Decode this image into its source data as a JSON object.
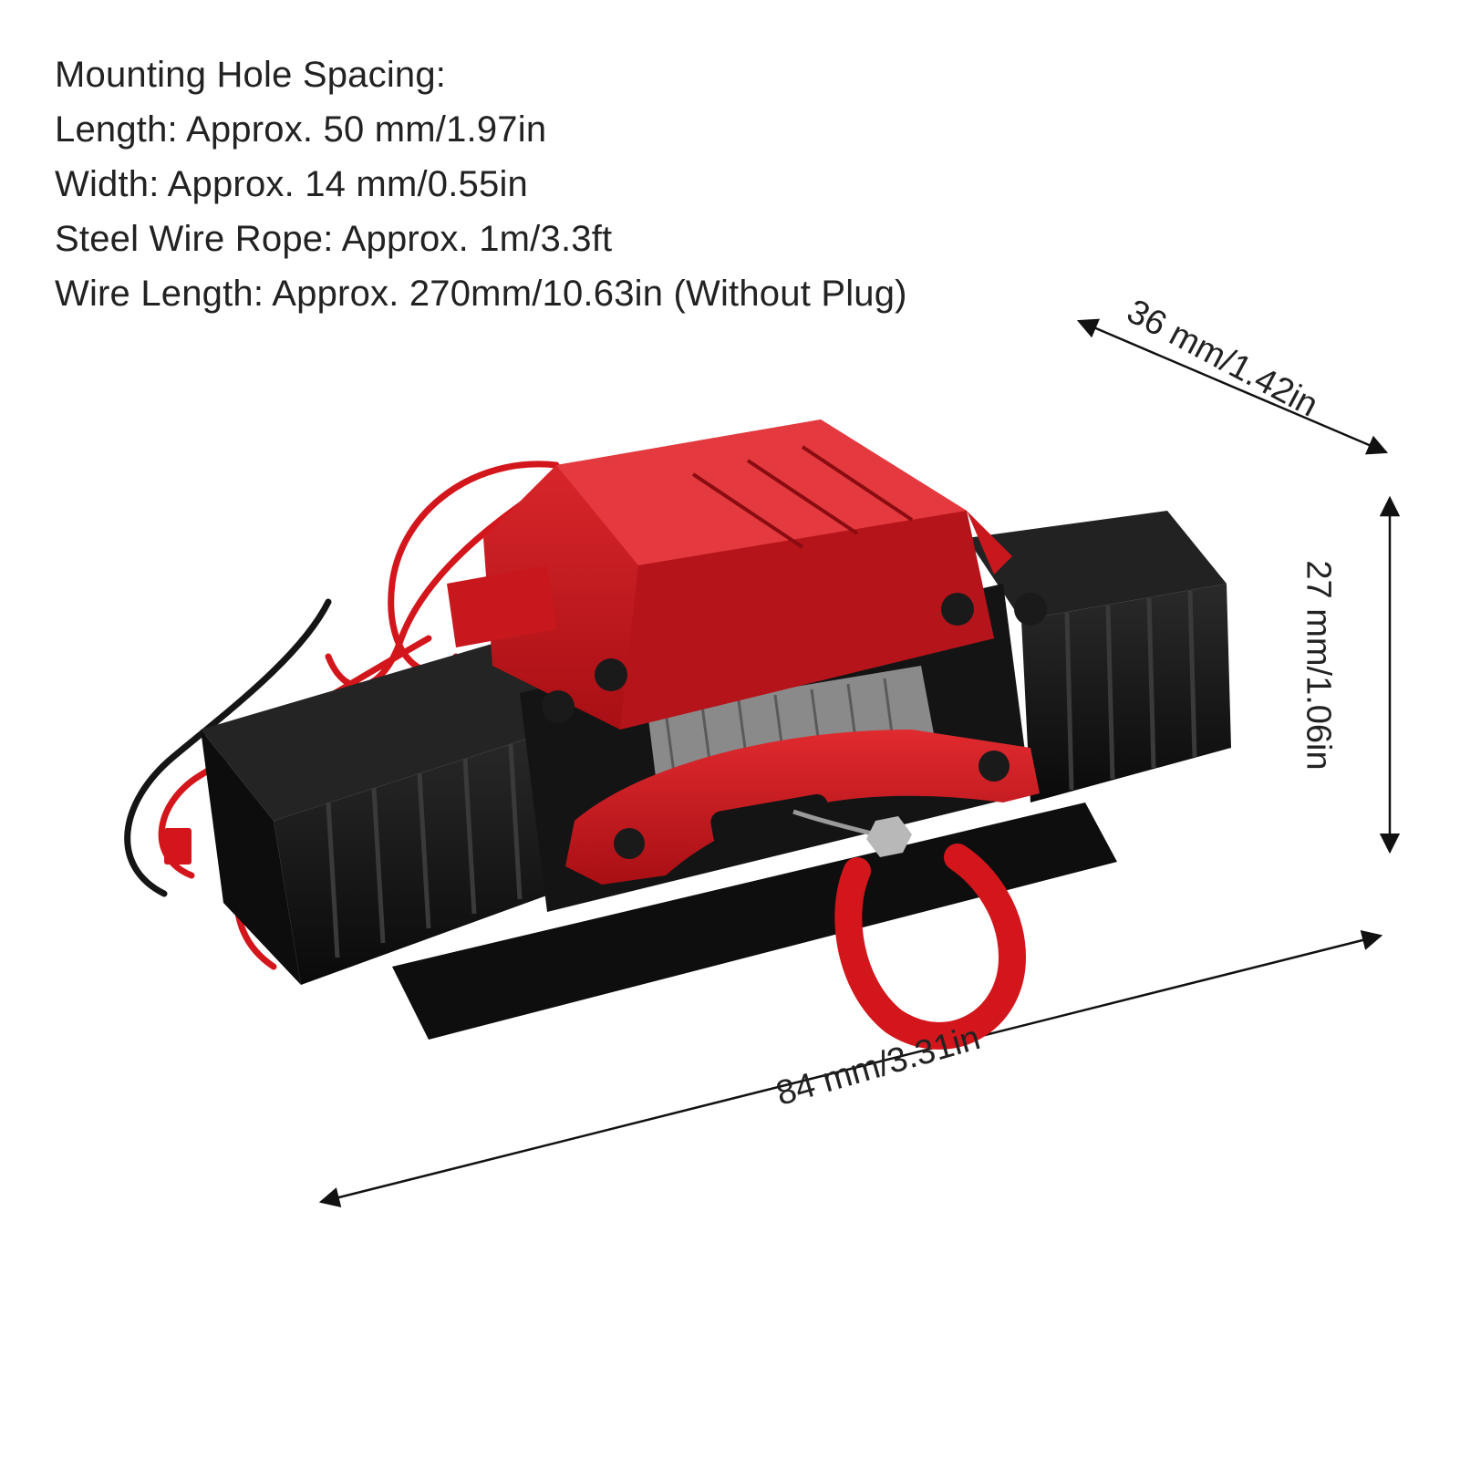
{
  "specs": {
    "heading": "Mounting Hole Spacing:",
    "length": "Length: Approx. 50 mm/1.97in",
    "width": "Width: Approx. 14 mm/0.55in",
    "rope": "Steel Wire Rope: Approx. 1m/3.3ft",
    "wire": "Wire Length: Approx. 270mm/10.63in (Without Plug)"
  },
  "dimensions": {
    "depth": "36 mm/1.42in",
    "height": "27 mm/1.06in",
    "length": "84 mm/3.31in"
  },
  "colors": {
    "red": "#c8181e",
    "black": "#141414"
  }
}
